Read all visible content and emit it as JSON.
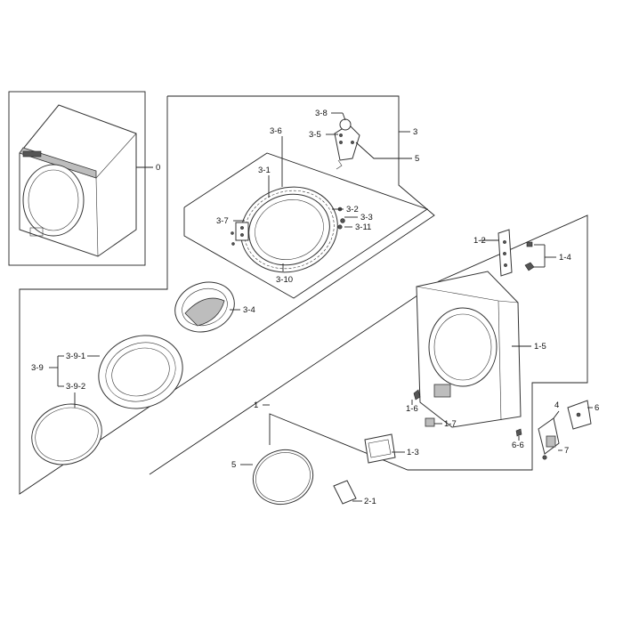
{
  "labels": {
    "l0": "0",
    "l1": "1",
    "l1_2": "1-2",
    "l1_3": "1-3",
    "l1_4": "1-4",
    "l1_5": "1-5",
    "l1_6": "1-6",
    "l1_7": "1-7",
    "l2_1": "2-1",
    "l3": "3",
    "l3_1": "3-1",
    "l3_2": "3-2",
    "l3_3": "3-3",
    "l3_4": "3-4",
    "l3_5": "3-5",
    "l3_6": "3-6",
    "l3_7": "3-7",
    "l3_8": "3-8",
    "l3_9": "3-9",
    "l3_9_1": "3-9-1",
    "l3_9_2": "3-9-2",
    "l3_10": "3-10",
    "l3_11": "3-11",
    "l4": "4",
    "l5a": "5",
    "l5b": "5",
    "l6": "6",
    "l6_6": "6-6",
    "l7": "7"
  }
}
